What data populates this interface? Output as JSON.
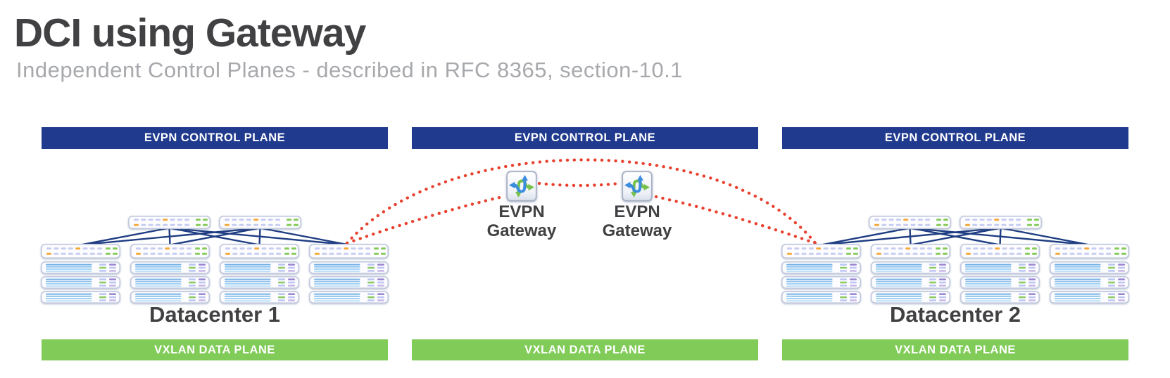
{
  "header": {
    "title": "DCI using Gateway",
    "subtitle": "Independent Control Planes - described in RFC 8365, section-10.1"
  },
  "colors": {
    "control_plane_bar": "#203a8e",
    "data_plane_bar": "#81cc58",
    "peering_session": "#e8402e",
    "fabric_link": "#1e3d82",
    "bar_text": "#ffffff",
    "title_text": "#414042",
    "subtitle_text": "#a7a9ac",
    "gateway_arrow_blue": "#3b8ede",
    "gateway_arrow_green": "#77c14b"
  },
  "icons": {
    "gateway": "crossed-arrows-gateway-icon",
    "switch": "switch-port-panel-icon",
    "server": "rack-server-icon"
  },
  "sections": [
    {
      "id": "datacenter-1",
      "control_plane_label": "EVPN CONTROL PLANE",
      "data_plane_label": "VXLAN DATA PLANE",
      "datacenter_label": "Datacenter 1",
      "topology": {
        "spine_switches": 2,
        "leaf_switches": 4,
        "servers_per_leaf": 3
      }
    },
    {
      "id": "interconnect",
      "control_plane_label": "EVPN CONTROL PLANE",
      "data_plane_label": "VXLAN DATA PLANE",
      "gateways": [
        {
          "label_line1": "EVPN",
          "label_line2": "Gateway"
        },
        {
          "label_line1": "EVPN",
          "label_line2": "Gateway"
        }
      ]
    },
    {
      "id": "datacenter-2",
      "control_plane_label": "EVPN CONTROL PLANE",
      "data_plane_label": "VXLAN DATA PLANE",
      "datacenter_label": "Datacenter 2",
      "topology": {
        "spine_switches": 2,
        "leaf_switches": 4,
        "servers_per_leaf": 3
      }
    }
  ]
}
